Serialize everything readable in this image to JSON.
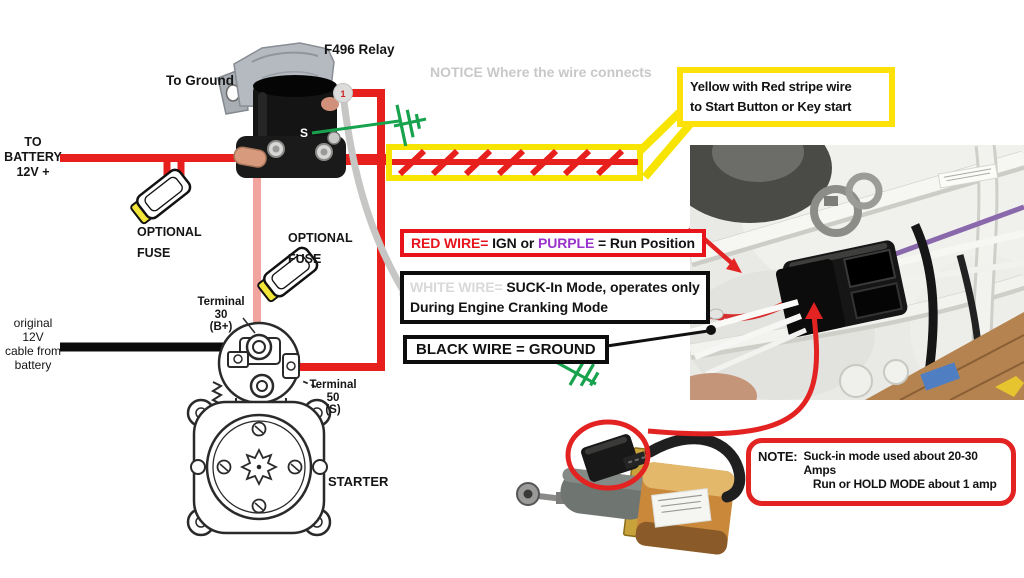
{
  "diagram": {
    "labels": {
      "to_ground": "To Ground",
      "relay_name": "F496 Relay",
      "relay_terminal_s": "S",
      "relay_terminal_1": "1",
      "notice": "NOTICE Where the wire connects",
      "battery_lines": [
        "TO",
        "BATTERY",
        "12V +"
      ],
      "optional_fuse1_lines": [
        "OPTIONAL",
        "FUSE"
      ],
      "optional_fuse2_lines": [
        "OPTIONAL",
        "FUSE"
      ],
      "original_cable_lines": [
        "original",
        "12V",
        "cable from",
        "battery"
      ],
      "terminal30_lines": [
        "Terminal",
        "30",
        "(B+)"
      ],
      "terminal50_lines": [
        "Terminal",
        "50",
        "(S)"
      ],
      "starter": "STARTER"
    },
    "callouts": {
      "yellow_box_line1": "Yellow  with Red stripe wire",
      "yellow_box_line2": "to Start Button or Key start",
      "red_box": {
        "red_part": "RED WIRE=",
        "mid_part": " IGN or ",
        "purple_part": "PURPLE",
        "end_part": " = Run Position"
      },
      "white_box": {
        "white_part": "WHITE WIRE=",
        "bold_part": " SUCK-In Mode, operates only",
        "line2": "During Engine Cranking Mode"
      },
      "black_box_text": "BLACK WIRE = GROUND",
      "note_box": {
        "label": "NOTE:",
        "line1": "Suck-in mode used about 20-30 Amps",
        "line2": "Run or HOLD MODE about 1 amp"
      }
    },
    "colors": {
      "wire_red": "#e8201d",
      "wire_pink": "#f2a49e",
      "wire_yellow": "#f7e400",
      "wire_green": "#17a24e",
      "wire_gray_white": "#c6c6c4",
      "purple_text": "#9933cc",
      "callout_red_border": "#e32222",
      "notice_gray": "#c8c8c8"
    }
  }
}
